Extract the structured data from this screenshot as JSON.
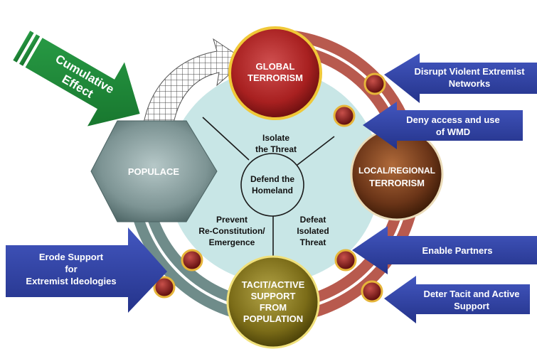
{
  "cumulative_effect": {
    "line1": "Cumulative",
    "line2": "Effect"
  },
  "nodes": {
    "global": {
      "line1": "GLOBAL",
      "line2": "TERRORISM"
    },
    "local": {
      "line1": "LOCAL/REGIONAL",
      "line2": "TERRORISM"
    },
    "populace": {
      "label": "POPULACE"
    },
    "support": {
      "line1": "TACIT/ACTIVE",
      "line2": "SUPPORT",
      "line3": "FROM",
      "line4": "POPULATION"
    }
  },
  "center": {
    "hub": {
      "line1": "Defend the",
      "line2": "Homeland"
    },
    "isolate": {
      "line1": "Isolate",
      "line2": "the Threat"
    },
    "prevent": {
      "line1": "Prevent",
      "line2": "Re-Constitution/",
      "line3": "Emergence"
    },
    "defeat": {
      "line1": "Defeat",
      "line2": "Isolated",
      "line3": "Threat"
    }
  },
  "arrows": {
    "disrupt": {
      "line1": "Disrupt Violent Extremist",
      "line2": "Networks"
    },
    "deny": {
      "line1": "Deny access and use",
      "line2": "of WMD"
    },
    "enable": {
      "line1": "Enable Partners"
    },
    "deter": {
      "line1": "Deter Tacit and Active",
      "line2": "Support"
    },
    "erode": {
      "line1": "Erode Support",
      "line2": "for",
      "line3": "Extremist Ideologies"
    }
  },
  "colors": {
    "blue_arrow": "#2f3f9e",
    "green_arrow": "#1f8a3a",
    "ring": "#b85a4e",
    "core": "#c8e6e6"
  }
}
